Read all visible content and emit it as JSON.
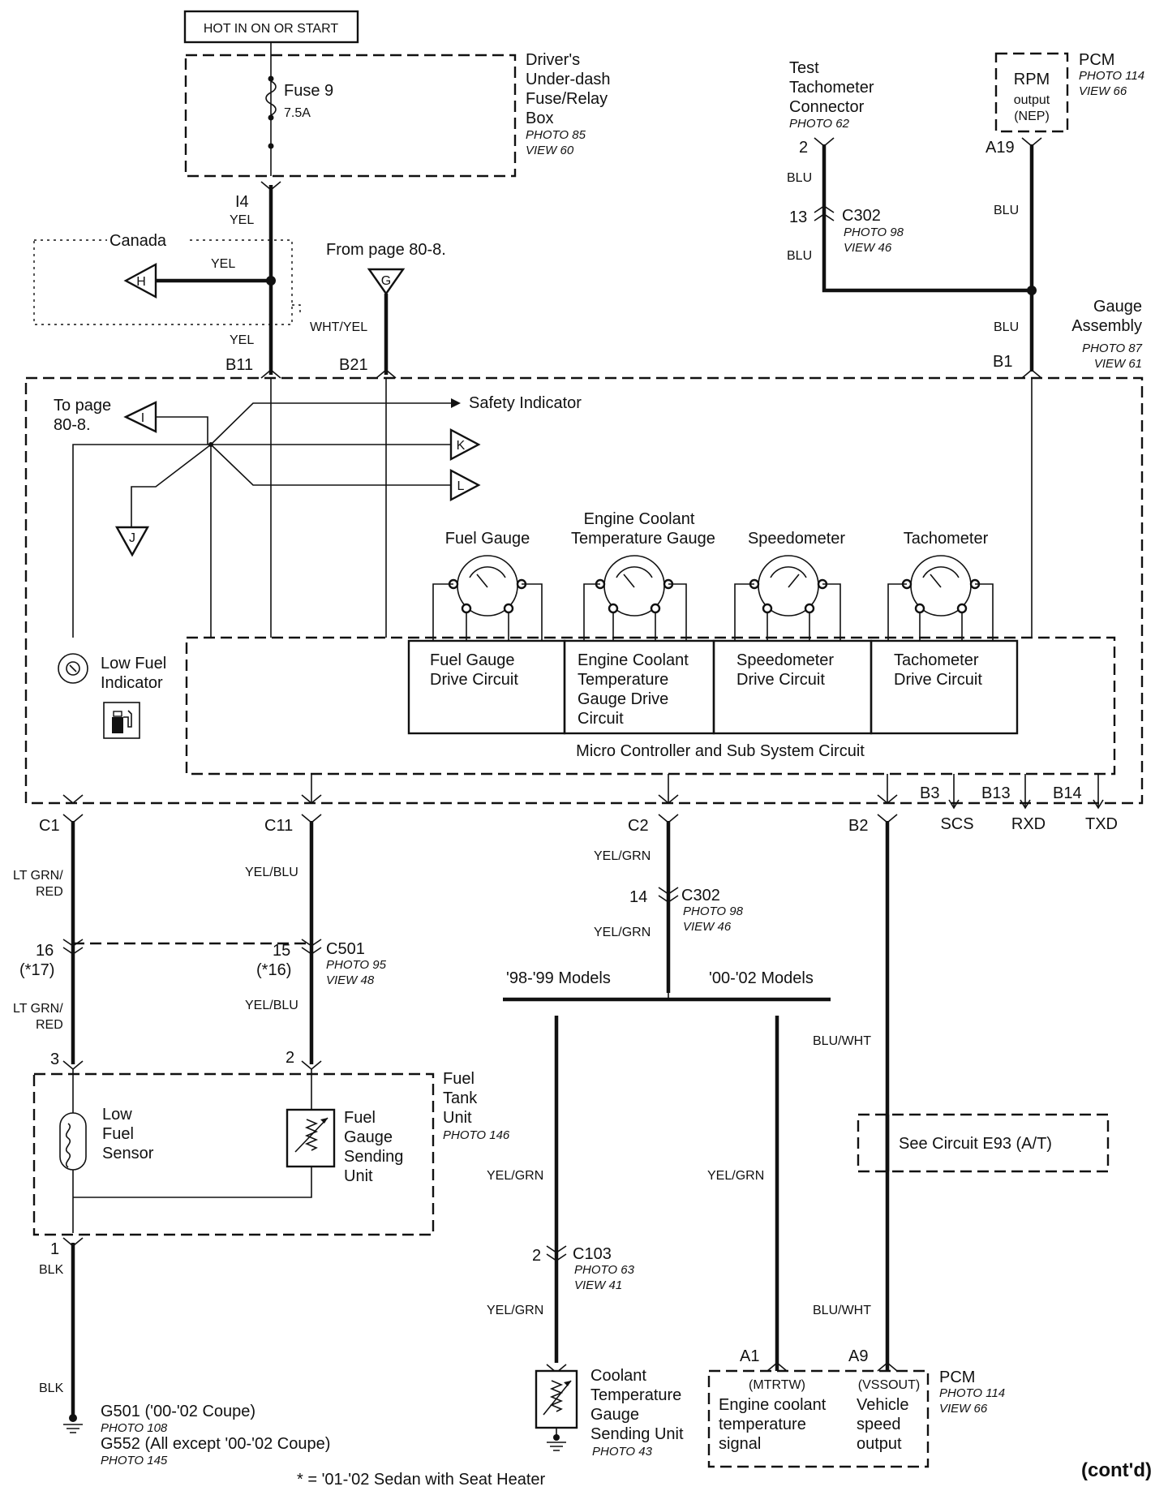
{
  "diagram": {
    "hot_label": "HOT IN ON OR START",
    "fuse_box": {
      "name": [
        "Driver's",
        "Under-dash",
        "Fuse/Relay",
        "Box"
      ],
      "photo": "PHOTO 85",
      "view": "VIEW 60",
      "fuse": "Fuse 9",
      "rating": "7.5A"
    },
    "i4": "I4",
    "canada": "Canada",
    "from_page": "From page 80-8.",
    "to_page": [
      "To page",
      "80-8."
    ],
    "test_tach": {
      "name": [
        "Test",
        "Tachometer",
        "Connector"
      ],
      "photo": "PHOTO 62"
    },
    "pcm_top": {
      "name": "PCM",
      "photo": "PHOTO 114",
      "view": "VIEW 66",
      "rpm": [
        "RPM",
        "output",
        "(NEP)"
      ]
    },
    "c302_top": {
      "name": "C302",
      "photo": "PHOTO 98",
      "view": "VIEW 46"
    },
    "gauge_assembly": {
      "name": [
        "Gauge",
        "Assembly"
      ],
      "photo": "PHOTO 87",
      "view": "VIEW 61"
    },
    "safety_indicator": "Safety Indicator",
    "gauges": [
      "Fuel Gauge",
      "Engine Coolant",
      "Temperature Gauge",
      "Speedometer",
      "Tachometer"
    ],
    "drives": {
      "fuel": [
        "Fuel Gauge",
        "Drive Circuit"
      ],
      "coolant": [
        "Engine Coolant",
        "Temperature",
        "Gauge Drive",
        "Circuit"
      ],
      "speedo": [
        "Speedometer",
        "Drive Circuit"
      ],
      "tacho": [
        "Tachometer",
        "Drive Circuit"
      ]
    },
    "micro": "Micro Controller and Sub System Circuit",
    "low_fuel_indicator": [
      "Low Fuel",
      "Indicator"
    ],
    "pins": {
      "b11": "B11",
      "b21": "B21",
      "b1": "B1",
      "c1": "C1",
      "c11": "C11",
      "c2": "C2",
      "b2": "B2",
      "b3": "B3",
      "b13": "B13",
      "b14": "B14",
      "a19": "A19",
      "a1": "A1",
      "a9": "A9"
    },
    "signals": {
      "scs": "SCS",
      "rxd": "RXD",
      "txd": "TXD"
    },
    "wires": {
      "yel": "YEL",
      "whtyel": "WHT/YEL",
      "blu": "BLU",
      "ltgrn1": "LT GRN/",
      "red": "RED",
      "yelblu": "YEL/BLU",
      "yelgrn": "YEL/GRN",
      "bluwht": "BLU/WHT",
      "blk": "BLK"
    },
    "connectors": {
      "c501": {
        "name": "C501",
        "photo": "PHOTO 95",
        "view": "VIEW 48"
      },
      "c302_mid": {
        "name": "C302",
        "photo": "PHOTO 98",
        "view": "VIEW 46"
      },
      "c103": {
        "name": "C103",
        "photo": "PHOTO 63",
        "view": "VIEW 41"
      }
    },
    "numbers": {
      "n2": "2",
      "n13": "13",
      "n14": "14",
      "n16": "16",
      "n17": "(*17)",
      "n15": "15",
      "n16b": "(*16)",
      "n3": "3",
      "n2b": "2",
      "n1": "1",
      "n2c": "2"
    },
    "models": {
      "a": "'98-'99 Models",
      "b": "'00-'02 Models"
    },
    "fuel_tank": {
      "name": [
        "Fuel",
        "Tank",
        "Unit"
      ],
      "photo": "PHOTO 146",
      "low_sensor": [
        "Low",
        "Fuel",
        "Sensor"
      ],
      "sending": [
        "Fuel",
        "Gauge",
        "Sending",
        "Unit"
      ]
    },
    "see_circuit": "See Circuit E93 (A/T)",
    "ground": {
      "g501": "G501 ('00-'02 Coupe)",
      "photo108": "PHOTO 108",
      "g552": "G552 (All except '00-'02 Coupe)",
      "photo145": "PHOTO 145"
    },
    "coolant_sender": {
      "name": [
        "Coolant",
        "Temperature",
        "Gauge",
        "Sending Unit"
      ],
      "photo": "PHOTO 43"
    },
    "pcm_bottom": {
      "name": "PCM",
      "photo": "PHOTO 114",
      "view": "VIEW 66",
      "mtrtw": "(MTRTW)",
      "ect": [
        "Engine coolant",
        "temperature",
        "signal"
      ],
      "vssout": "(VSSOUT)",
      "vso": [
        "Vehicle",
        "speed",
        "output"
      ]
    },
    "footnote": "* = '01-'02 Sedan with Seat Heater",
    "contd": "(cont'd)",
    "connector_letters": {
      "h": "H",
      "g": "G",
      "i": "I",
      "j": "J",
      "k": "K",
      "l": "L"
    }
  }
}
